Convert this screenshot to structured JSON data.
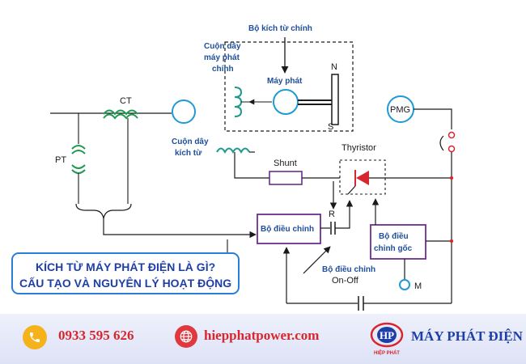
{
  "diagram": {
    "labels": {
      "main_exciter": "Bộ kích từ chính",
      "main_gen_coil_1": "Cuộn dây",
      "main_gen_coil_2": "máy phát",
      "main_gen_coil_3": "chính",
      "generator": "Máy phát",
      "pole_n": "N",
      "pole_s": "S",
      "ct": "CT",
      "pt": "PT",
      "pmg": "PMG",
      "exciter_coil_1": "Cuộn dây",
      "exciter_coil_2": "kích từ",
      "shunt": "Shunt",
      "thyristor": "Thyristor",
      "regulator": "Bộ điều chỉnh",
      "resistor": "R",
      "base_regulator_1": "Bộ điều",
      "base_regulator_2": "chỉnh gốc",
      "onoff_regulator_1": "Bộ điều chỉnh",
      "onoff_regulator_2": "On-Off",
      "motor": "M"
    }
  },
  "title": {
    "line1": "KÍCH TỪ MÁY PHÁT ĐIỆN LÀ GÌ?",
    "line2": "CẤU TẠO VÀ NGUYÊN LÝ HOẠT ĐỘNG"
  },
  "footer": {
    "phone": "0933 595 626",
    "website": "hiepphatpower.com",
    "brand": "MÁY PHÁT ĐIỆN",
    "logo_text": "HP",
    "logo_sub": "HIỆP PHÁT"
  }
}
